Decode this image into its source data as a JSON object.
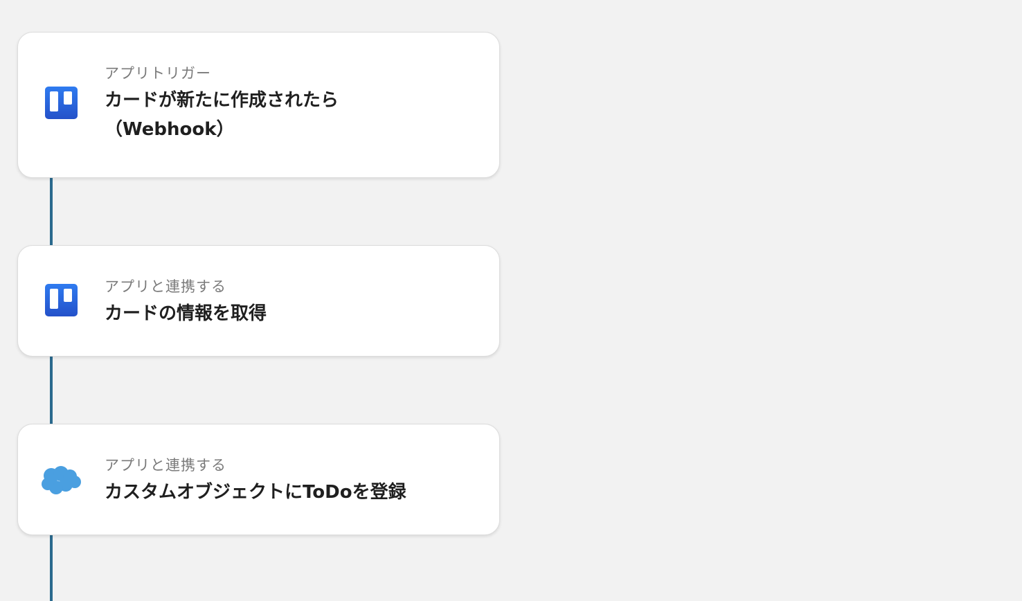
{
  "steps": [
    {
      "category": "アプリトリガー",
      "title_lines": [
        "カードが新たに作成されたら",
        "（Webhook）"
      ],
      "app_icon": "trello-icon"
    },
    {
      "category": "アプリと連携する",
      "title_lines": [
        "カードの情報を取得"
      ],
      "app_icon": "trello-icon"
    },
    {
      "category": "アプリと連携する",
      "title_lines": [
        "カスタムオブジェクトにToDoを登録"
      ],
      "app_icon": "salesforce-cloud-icon"
    }
  ],
  "colors": {
    "background": "#f2f2f2",
    "card": "#ffffff",
    "connector": "#2b6a8e",
    "trello_blue": "#2a63d8",
    "salesforce_blue": "#4a9fe0",
    "category_text": "#7a7a7a",
    "title_text": "#1f1f1f"
  }
}
